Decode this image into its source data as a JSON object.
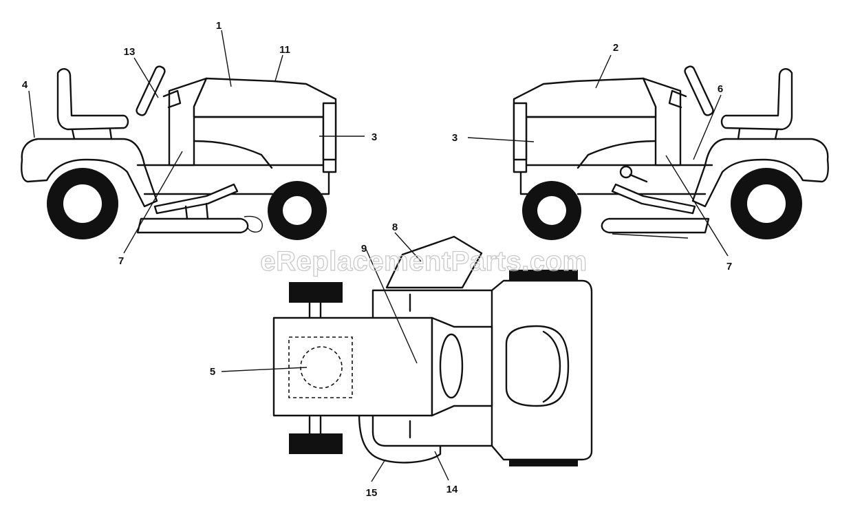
{
  "watermark": "eReplacementParts.com",
  "callouts": {
    "c1": "1",
    "c2": "2",
    "c3a": "3",
    "c3b": "3",
    "c4": "4",
    "c5": "5",
    "c6": "6",
    "c7a": "7",
    "c7b": "7",
    "c8": "8",
    "c9": "9",
    "c11": "11",
    "c13": "13",
    "c14": "14",
    "c15": "15"
  }
}
